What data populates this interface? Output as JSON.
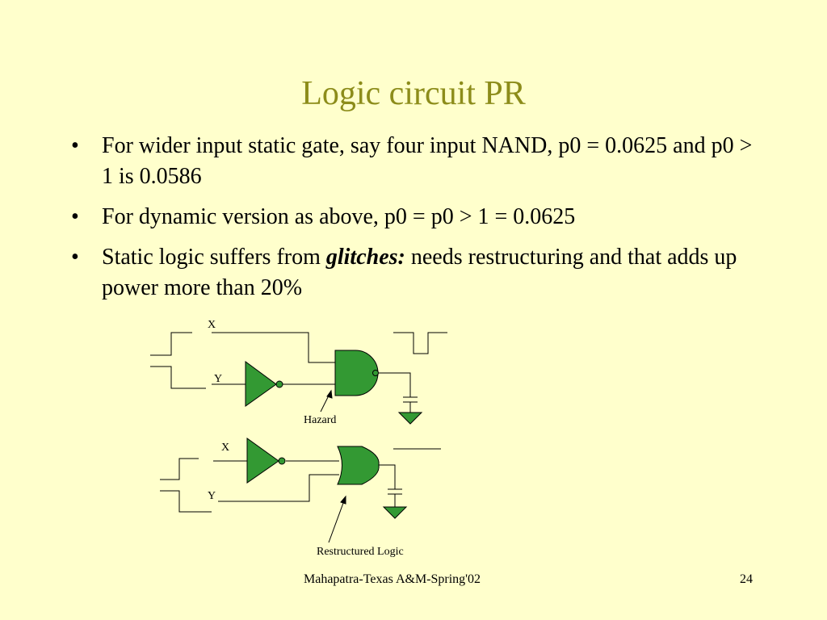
{
  "slide": {
    "title": "Logic circuit PR",
    "bullets": [
      {
        "text": "For wider input static gate, say  four input NAND, p0 = 0.0625 and p0 > 1 is 0.0586"
      },
      {
        "text": "For dynamic version as above, p0 = p0 > 1 = 0.0625"
      },
      {
        "pre": "Static logic suffers from ",
        "emphasis": "glitches:",
        "post": " needs restructuring and that adds up power more than 20%"
      }
    ],
    "bullet_symbol": "•",
    "footer": "Mahapatra-Texas A&M-Spring'02",
    "page_number": "24"
  },
  "diagram": {
    "top": {
      "x_label": "X",
      "y_label": "Y",
      "annotation": "Hazard"
    },
    "bottom": {
      "x_label": "X",
      "y_label": "Y",
      "annotation": "Restructured Logic"
    },
    "colors": {
      "gate_fill": "#339933",
      "wire": "#000000",
      "title": "#8C8C1A",
      "background": "#FFFFCC"
    }
  }
}
